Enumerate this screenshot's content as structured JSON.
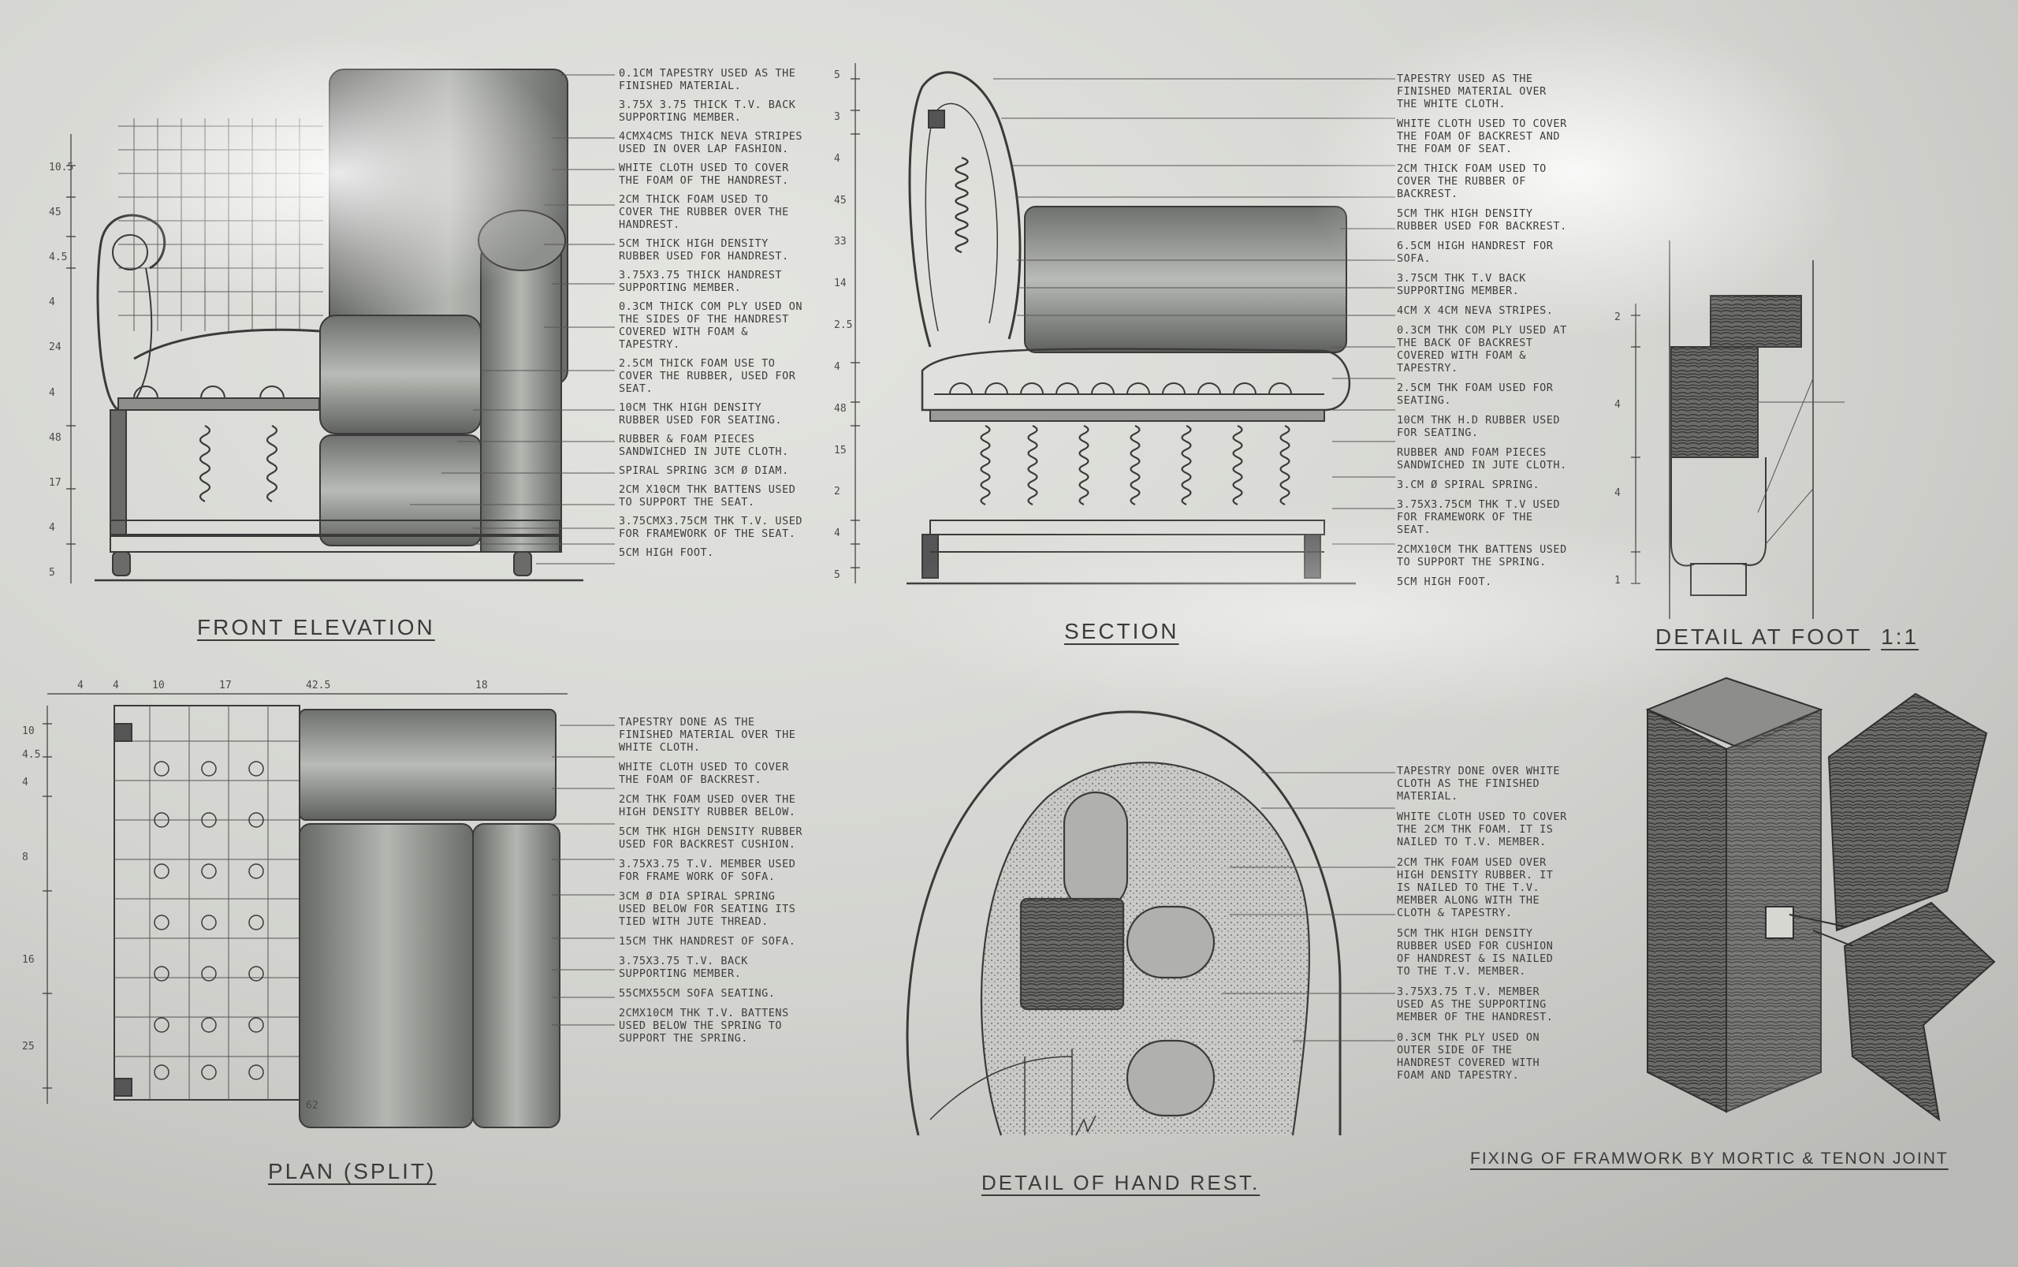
{
  "views": {
    "front_elevation": {
      "title": "FRONT ELEVATION",
      "notes": [
        "0.1CM TAPESTRY USED AS THE FINISHED MATERIAL.",
        "3.75X 3.75 THICK T.V. BACK SUPPORTING MEMBER.",
        "4CMX4CMS THICK NEVA STRIPES USED IN OVER LAP FASHION.",
        "WHITE CLOTH USED TO COVER THE FOAM OF THE HANDREST.",
        "2CM THICK FOAM USED TO COVER THE RUBBER OVER THE HANDREST.",
        "5CM THICK HIGH DENSITY RUBBER USED FOR HANDREST.",
        "3.75X3.75 THICK HANDREST SUPPORTING MEMBER.",
        "0.3CM THICK COM PLY USED ON THE SIDES OF THE HANDREST COVERED WITH FOAM & TAPESTRY.",
        "2.5CM THICK FOAM USE TO COVER THE RUBBER, USED FOR SEAT.",
        "10CM THK HIGH DENSITY RUBBER USED FOR SEATING.",
        "RUBBER & FOAM PIECES SANDWICHED IN JUTE CLOTH.",
        "SPIRAL SPRING 3CM Ø DIAM.",
        "2CM X10CM THK BATTENS USED TO SUPPORT THE SEAT.",
        "3.75CMX3.75CM THK T.V. USED FOR FRAMEWORK OF THE SEAT.",
        "5CM HIGH FOOT."
      ],
      "dims": [
        "10.5",
        "45",
        "4.5",
        "4",
        "24",
        "4",
        "48",
        "17",
        "4",
        "5"
      ]
    },
    "section": {
      "title": "SECTION",
      "notes": [
        "TAPESTRY USED AS THE FINISHED MATERIAL OVER THE WHITE CLOTH.",
        "WHITE CLOTH USED TO COVER THE FOAM OF BACKREST AND THE FOAM OF SEAT.",
        "2CM THICK FOAM USED TO COVER THE RUBBER OF BACKREST.",
        "5CM THK HIGH DENSITY RUBBER USED FOR BACKREST.",
        "6.5CM HIGH HANDREST FOR SOFA.",
        "3.75CM THK T.V BACK SUPPORTING MEMBER.",
        "4CM X 4CM NEVA STRIPES.",
        "0.3CM THK COM PLY USED AT THE BACK OF BACKREST COVERED WITH FOAM & TAPESTRY.",
        "2.5CM THK FOAM USED FOR SEATING.",
        "10CM THK H.D RUBBER USED FOR SEATING.",
        "RUBBER AND FOAM PIECES SANDWICHED IN JUTE CLOTH.",
        "3.CM Ø SPIRAL SPRING.",
        "3.75X3.75CM THK T.V USED FOR FRAMEWORK OF THE SEAT.",
        "2CMX10CM THK BATTENS USED TO SUPPORT THE SPRING.",
        "5CM HIGH FOOT."
      ],
      "dims": [
        "5",
        "3",
        "4",
        "45",
        "33",
        "14",
        "2.5",
        "4",
        "48",
        "15",
        "2",
        "4",
        "5"
      ]
    },
    "detail_foot": {
      "title": "DETAIL AT FOOT",
      "scale": "1:1",
      "dims": [
        "2",
        "4",
        "4",
        "1"
      ]
    },
    "plan": {
      "title": "PLAN (SPLIT)",
      "notes": [
        "TAPESTRY DONE AS THE FINISHED MATERIAL OVER THE WHITE CLOTH.",
        "WHITE CLOTH USED TO COVER THE FOAM OF BACKREST.",
        "2CM THK FOAM USED OVER THE HIGH DENSITY RUBBER BELOW.",
        "5CM THK HIGH DENSITY RUBBER USED FOR BACKREST CUSHION.",
        "3.75X3.75 T.V. MEMBER USED FOR FRAME WORK OF SOFA.",
        "3CM Ø DIA SPIRAL SPRING USED BELOW FOR SEATING ITS TIED WITH JUTE THREAD.",
        "15CM THK HANDREST OF SOFA.",
        "3.75X3.75 T.V. BACK SUPPORTING MEMBER.",
        "55CMX55CM SOFA SEATING.",
        "2CMX10CM THK T.V. BATTENS USED BELOW THE SPRING TO SUPPORT THE SPRING."
      ],
      "dims": [
        "4",
        "4",
        "10",
        "17",
        "42.5",
        "18",
        "10",
        "4.5",
        "4",
        "8",
        "16",
        "25",
        "62"
      ]
    },
    "detail_handrest": {
      "title": "DETAIL OF HAND REST.",
      "notes": [
        "TAPESTRY DONE OVER WHITE CLOTH AS THE FINISHED MATERIAL.",
        "WHITE CLOTH USED TO COVER THE 2CM THK FOAM. IT IS NAILED TO T.V. MEMBER.",
        "2CM THK FOAM USED OVER HIGH DENSITY RUBBER. IT IS NAILED TO THE T.V. MEMBER ALONG WITH THE CLOTH & TAPESTRY.",
        "5CM THK HIGH DENSITY RUBBER USED FOR CUSHION OF HANDREST & IS NAILED TO THE T.V. MEMBER.",
        "3.75X3.75 T.V. MEMBER USED AS THE SUPPORTING MEMBER OF THE HANDREST.",
        "0.3CM THK PLY USED ON OUTER SIDE OF THE HANDREST COVERED WITH FOAM AND TAPESTRY."
      ]
    },
    "joint": {
      "title": "FIXING OF FRAMWORK BY MORTIC & TENON JOINT"
    }
  },
  "colors": {
    "paper": "#d6d7d1",
    "ink": "#3a3a3a",
    "shade": "#7d7f7c"
  }
}
